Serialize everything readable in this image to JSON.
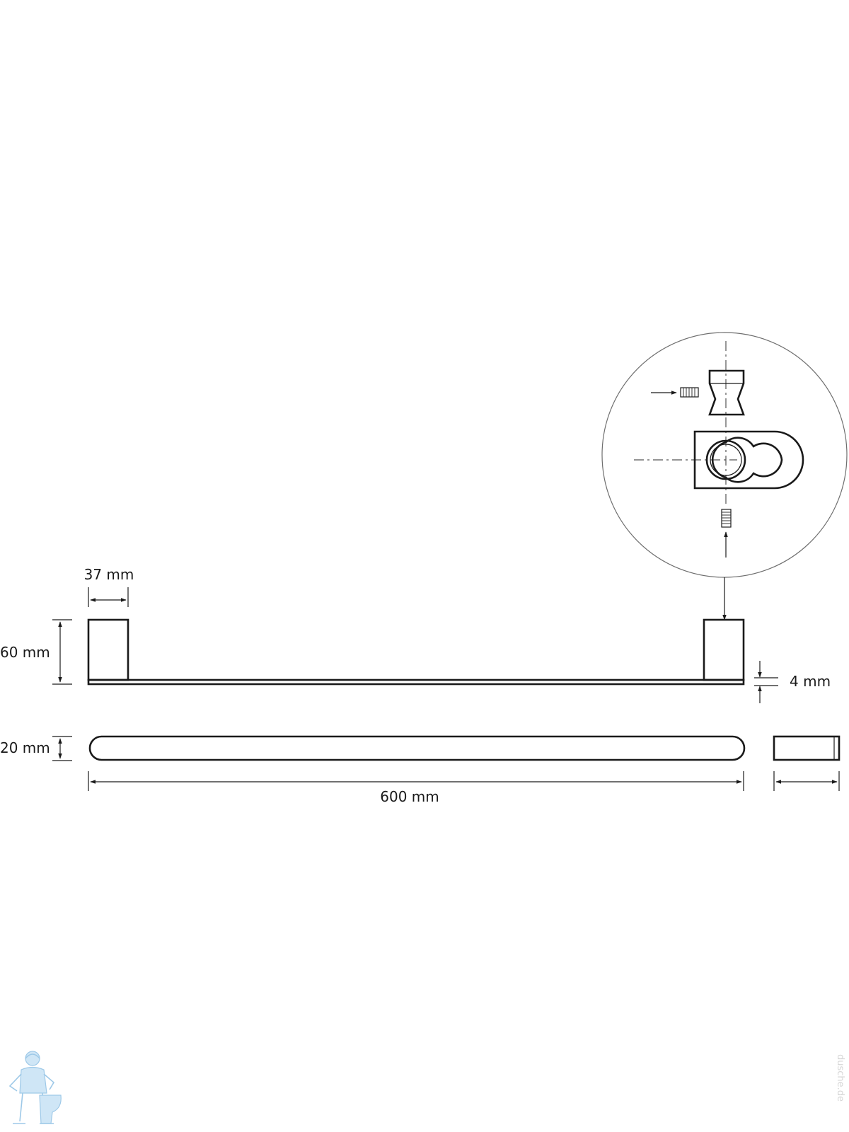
{
  "dimensions": {
    "bracket_width": "37 mm",
    "height": "60 mm",
    "plate_thickness": "4 mm",
    "bar_depth": "20 mm",
    "total_length": "600 mm"
  },
  "watermark": {
    "text": "dusche.de"
  },
  "colors": {
    "line": "#1a1a1a",
    "watermark": "#9ec9e8"
  }
}
